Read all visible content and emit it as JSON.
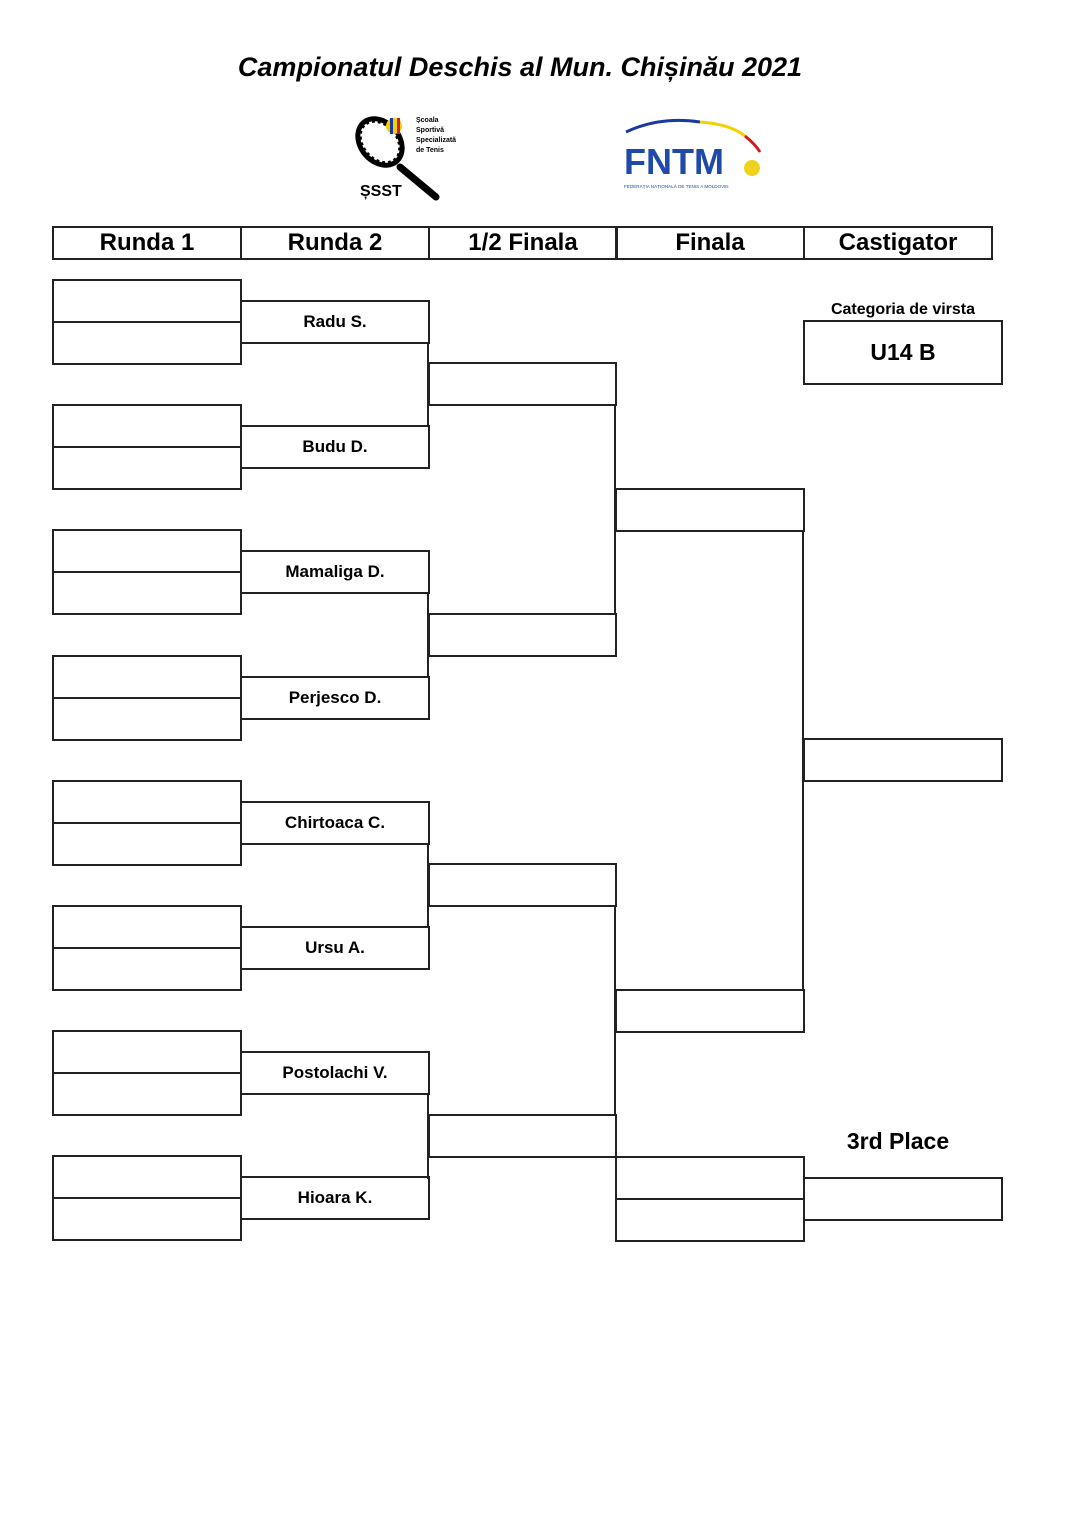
{
  "title": "Campionatul Deschis al Mun. Chișinău 2021",
  "logos": {
    "ssst": {
      "name": "ȘSST",
      "text": "Școala Sportivă Specializată de Tenis"
    },
    "fntm": {
      "name": "FNTM",
      "text": "FEDERAȚIA NAȚIONALĂ DE TENIS A MOLDOVEI"
    }
  },
  "headers": [
    "Runda 1",
    "Runda 2",
    "1/2 Finala",
    "Finala",
    "Castigator"
  ],
  "round2": [
    "Radu S.",
    "Budu D.",
    "Mamaliga D.",
    "Perjesco D.",
    "Chirtoaca C.",
    "Ursu A.",
    "Postolachi V.",
    "Hioara K."
  ],
  "category": {
    "label": "Categoria de virsta",
    "value": "U14 B"
  },
  "third_place": "3rd Place"
}
